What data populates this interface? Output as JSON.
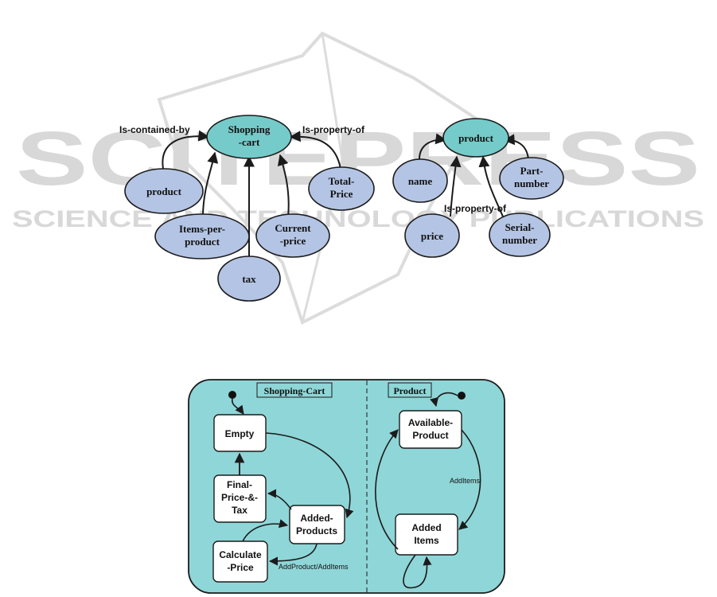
{
  "watermark": {
    "title": "SCITEPRESS",
    "subtitle": "SCIENCE AND TECHNOLOGY PUBLICATIONS"
  },
  "shopping_cart_ontology": {
    "center": "Shopping -cart",
    "relation_left": "Is-contained-by",
    "relation_right": "Is-property-of",
    "nodes": {
      "product": "product",
      "items_per_product": "Items-per- product",
      "tax": "tax",
      "current_price": "Current -price",
      "total_price": "Total- Price"
    }
  },
  "product_ontology": {
    "center": "product",
    "relation": "Is-property-of",
    "nodes": {
      "name": "name",
      "price": "price",
      "serial_number": "Serial- number",
      "part_number": "Part- number"
    }
  },
  "statechart": {
    "shopping_cart_label": "Shopping-Cart",
    "product_label": "Product",
    "states": {
      "empty": "Empty",
      "final_price_tax": "Final- Price-&- Tax",
      "added_products": "Added- Products",
      "calculate_price": "Calculate -Price",
      "available_product": "Available- Product",
      "added_items": "Added Items"
    },
    "transitions": {
      "add_product_add_items": "AddProduct/AddItems",
      "add_items": "AddItems"
    }
  },
  "colors": {
    "node_fill": "#b4c4e4",
    "center_fill": "#75cbc9",
    "panel_fill": "#8fd6d8",
    "stroke": "#1b1b1b",
    "watermark": "#d4d4d4"
  }
}
